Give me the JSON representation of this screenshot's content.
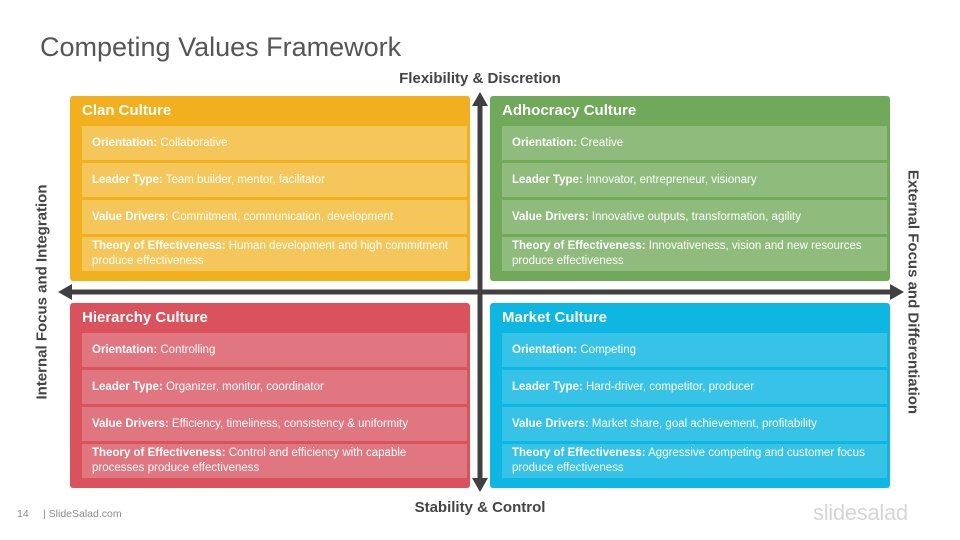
{
  "title": "Competing Values Framework",
  "axes": {
    "top": "Flexibility & Discretion",
    "bottom": "Stability & Control",
    "left": "Internal Focus and Integration",
    "right": "External Focus and Differentiation"
  },
  "colors": {
    "clan": "#F2B01E",
    "adhocracy": "#70A95A",
    "hierarchy": "#D9525C",
    "market": "#0EB6E2",
    "axis": "#404040"
  },
  "quadrants": {
    "clan": {
      "title": "Clan Culture",
      "rows": [
        {
          "label": "Orientation:",
          "text": "Collaborative"
        },
        {
          "label": "Leader Type:",
          "text": "Team builder, mentor, facilitator"
        },
        {
          "label": "Value Drivers:",
          "text": "Commitment, communication, development"
        },
        {
          "label": "Theory of Effectiveness:",
          "text": "Human development and high commitment produce effectiveness"
        }
      ]
    },
    "adhocracy": {
      "title": "Adhocracy Culture",
      "rows": [
        {
          "label": "Orientation:",
          "text": "Creative"
        },
        {
          "label": "Leader Type:",
          "text": "Innovator, entrepreneur, visionary"
        },
        {
          "label": "Value Drivers:",
          "text": "Innovative outputs, transformation, agility"
        },
        {
          "label": "Theory of Effectiveness:",
          "text": "Innovativeness, vision and new resources produce effectiveness"
        }
      ]
    },
    "hierarchy": {
      "title": "Hierarchy Culture",
      "rows": [
        {
          "label": "Orientation:",
          "text": "Controlling"
        },
        {
          "label": "Leader Type:",
          "text": "Organizer, monitor, coordinator"
        },
        {
          "label": "Value Drivers:",
          "text": "Efficiency, timeliness, consistency & uniformity"
        },
        {
          "label": "Theory of Effectiveness:",
          "text": "Control and efficiency with capable processes produce effectiveness"
        }
      ]
    },
    "market": {
      "title": "Market Culture",
      "rows": [
        {
          "label": "Orientation:",
          "text": "Competing"
        },
        {
          "label": "Leader Type:",
          "text": "Hard-driver, competitor, producer"
        },
        {
          "label": "Value Drivers:",
          "text": "Market share, goal achievement, profitability"
        },
        {
          "label": "Theory of Effectiveness:",
          "text": "Aggressive competing and customer focus produce effectiveness"
        }
      ]
    }
  },
  "footer": {
    "page_number": "14",
    "site": "| SlideSalad.com",
    "logo": "slidesalad"
  }
}
